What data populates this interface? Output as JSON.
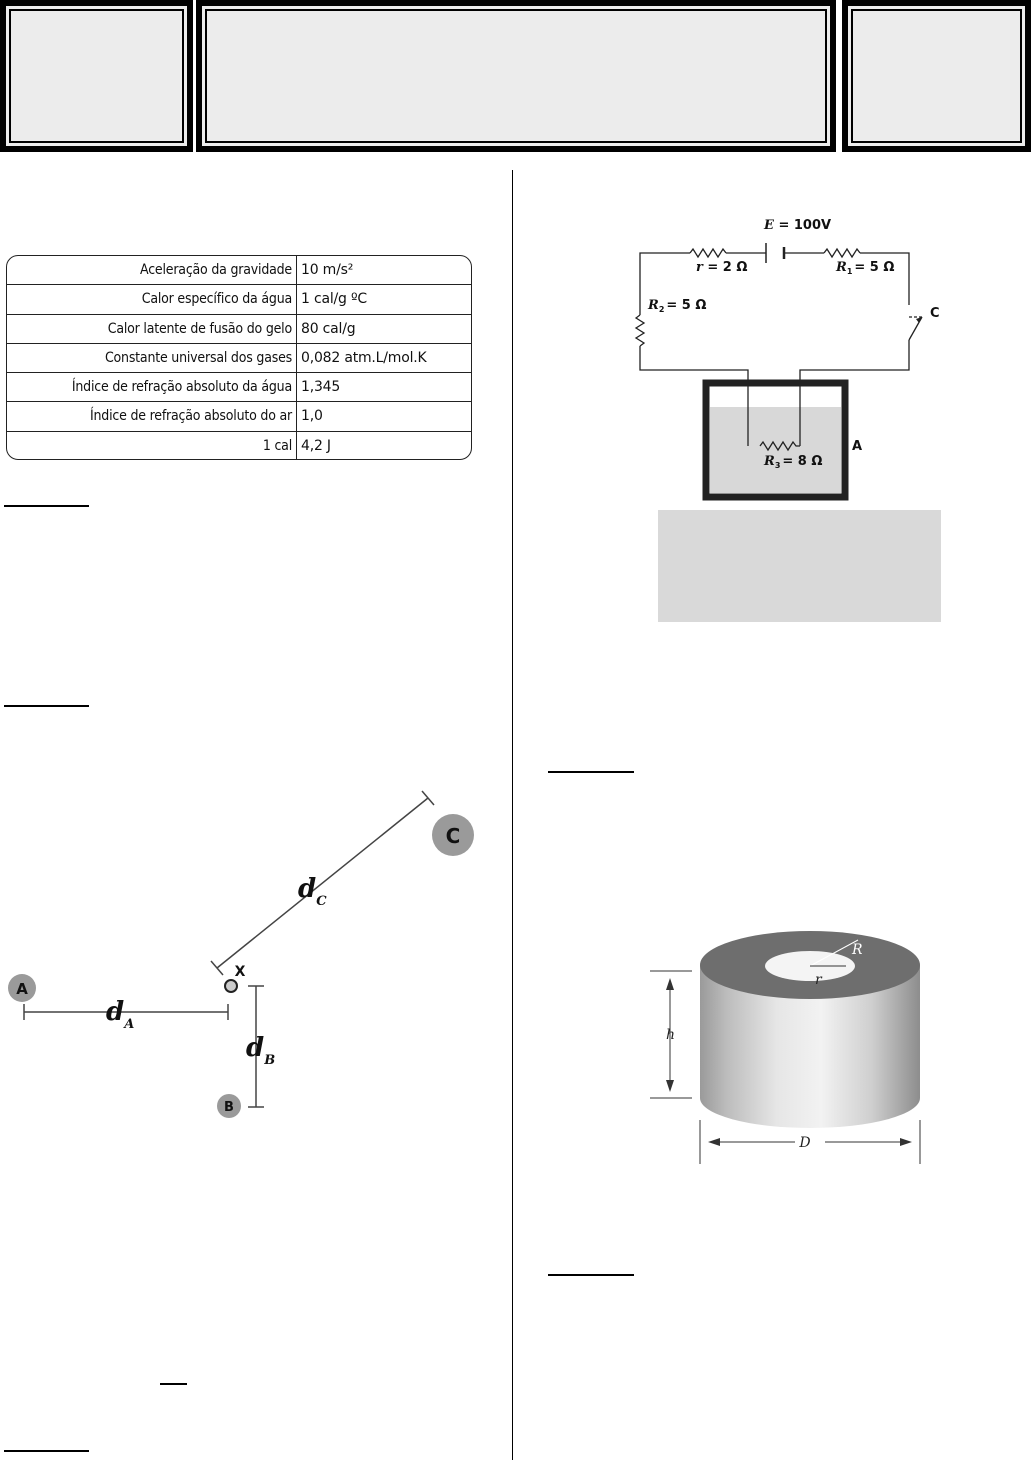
{
  "constants_table": [
    {
      "label": "Aceleração da gravidade",
      "value": "10 m/s²"
    },
    {
      "label": "Calor específico da água",
      "value": "1 cal/g ºC"
    },
    {
      "label": "Calor latente de fusão do gelo",
      "value": "80 cal/g"
    },
    {
      "label": "Constante universal dos gases",
      "value": "0,082 atm.L/mol.K"
    },
    {
      "label": "Índice de refração absoluto da água",
      "value": "1,345"
    },
    {
      "label": "Índice de refração absoluto do ar",
      "value": "1,0"
    },
    {
      "label": "1 cal",
      "value": "4,2 J"
    }
  ],
  "charges_figure": {
    "point_a": "A",
    "point_b": "B",
    "point_c": "C",
    "point_x": "X",
    "dist_a": "d",
    "dist_a_sub": "A",
    "dist_b": "d",
    "dist_b_sub": "B",
    "dist_c": "d",
    "dist_c_sub": "C"
  },
  "circuit": {
    "emf": "= 100V",
    "emf_symbol": "E",
    "r_int": "r",
    "r_int_value": "= 2 Ω",
    "r1": "R",
    "r1_sub": "1",
    "r1_value": "= 5 Ω",
    "r2": "R",
    "r2_sub": "2",
    "r2_value": "= 5 Ω",
    "r3": "R",
    "r3_sub": "3",
    "r3_value": "= 8 Ω",
    "switch_label": "C",
    "container_label": "A"
  },
  "cylinder": {
    "outer_radius": "R",
    "inner_radius": "r",
    "height": "h",
    "diameter": "D"
  }
}
